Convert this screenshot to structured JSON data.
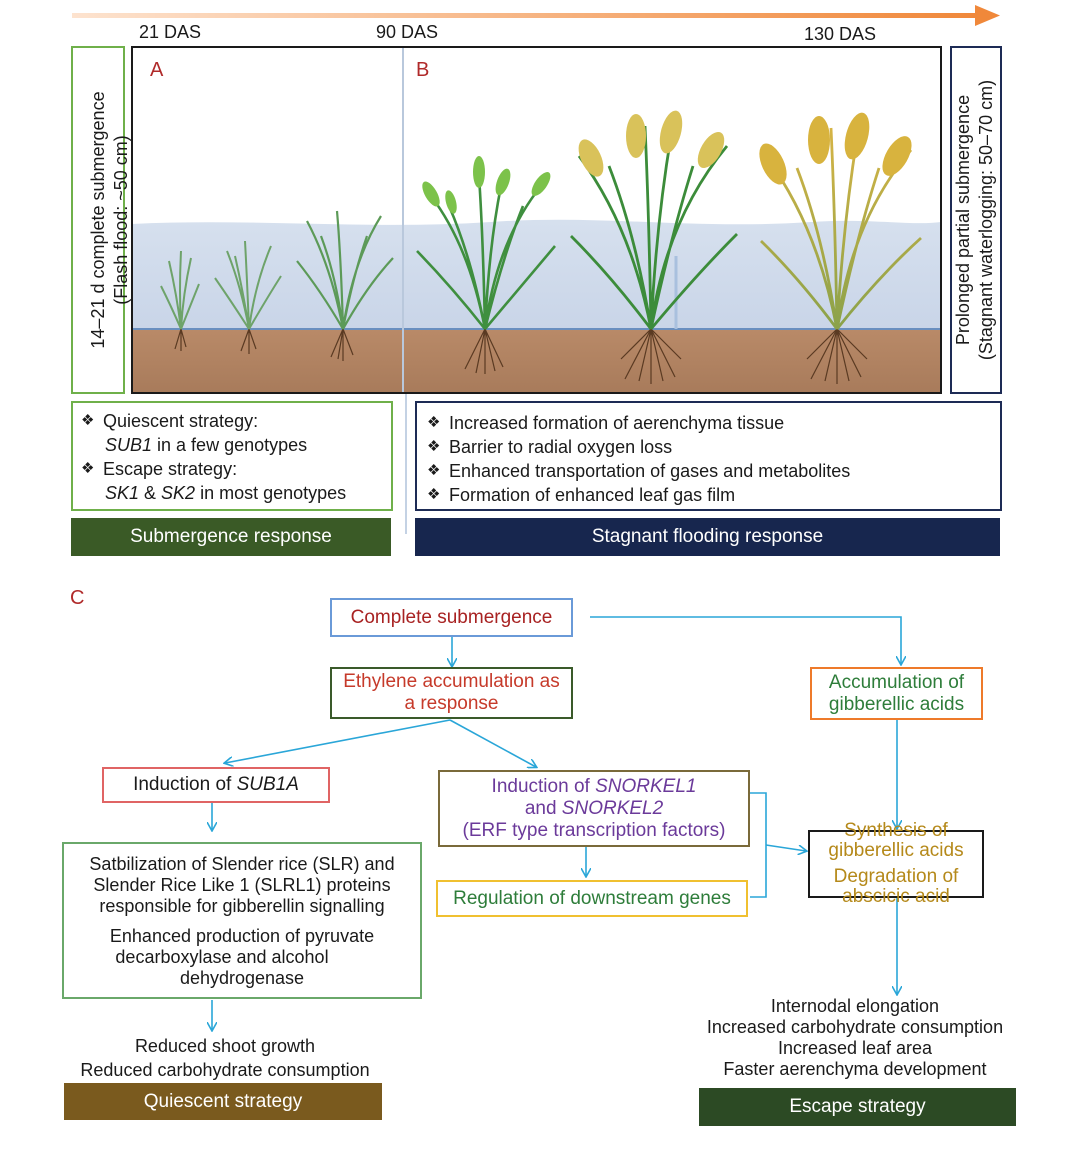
{
  "timeline": {
    "marks": [
      "21 DAS",
      "90 DAS",
      "130 DAS"
    ],
    "arrow_color": "#f0883a"
  },
  "panels": {
    "a_label": "A",
    "b_label": "B",
    "c_label": "C",
    "left_side_line1": "14–21 d complete submergence",
    "left_side_line2": "(Flash flood: ~50 cm)",
    "right_side_line1": "Prolonged partial submergence",
    "right_side_line2": "(Stagnant waterlogging: 50–70 cm)"
  },
  "submergence_box": {
    "item1_line1": "Quiescent strategy:",
    "item1_line2_italic": "SUB1",
    "item1_line2_rest": " in a few genotypes",
    "item2_line1": "Escape strategy:",
    "item2_line2_italic_a": "SK1",
    "item2_line2_mid": " & ",
    "item2_line2_italic_b": "SK2",
    "item2_line2_rest": " in most genotypes",
    "banner": "Submergence response"
  },
  "stagnant_box": {
    "items": [
      "Increased formation of aerenchyma tissue",
      "Barrier to radial oxygen loss",
      "Enhanced transportation of gases and metabolites",
      "Formation of enhanced leaf gas film"
    ],
    "banner": "Stagnant flooding response"
  },
  "flow": {
    "complete_submergence": "Complete submergence",
    "ethylene_line1": "Ethylene accumulation as",
    "ethylene_line2": "a response",
    "ga_accum_line1": "Accumulation of",
    "ga_accum_line2": "gibberellic acids",
    "sub1a_prefix": "Induction of ",
    "sub1a_italic": "SUB1A",
    "snorkel_line1_prefix": "Induction of ",
    "snorkel_line1_italic": "SNORKEL1",
    "snorkel_line2_prefix": "and ",
    "snorkel_line2_italic": "SNORKEL2",
    "snorkel_line3": "(ERF type transcription factors)",
    "downstream": "Regulation of downstream genes",
    "synth_line1": "Synthesis of",
    "synth_line2": "gibberellic acids",
    "degr_line1": "Degradation of",
    "degr_line2": "abscicic acid",
    "slr_line1": "Satbilization of Slender rice (SLR) and",
    "slr_line2": "Slender Rice Like 1 (SLRL1) proteins",
    "slr_line3": "responsible for gibberellin signalling",
    "pdc_line1": "Enhanced production of pyruvate",
    "pdc_line2": "decarboxylase and alcohol",
    "pdc_line3": "dehydrogenase",
    "quiescent_out1": "Reduced shoot growth",
    "quiescent_out2": "Reduced carbohydrate consumption",
    "quiescent_banner": "Quiescent strategy",
    "escape_out1": "Internodal elongation",
    "escape_out2": "Increased carbohydrate consumption",
    "escape_out3": "Increased leaf area",
    "escape_out4": "Faster aerenchyma development",
    "escape_banner": "Escape strategy"
  },
  "colors": {
    "green_banner": "#3a5a26",
    "navy_banner": "#17264e",
    "brown_banner": "#7a5a1e",
    "dark_green_banner": "#2c4a24",
    "arrow_blue": "#2aa6d8",
    "red_text": "#b02a2a",
    "green_text": "#2e7d3a",
    "purple_text": "#6b3a9a",
    "gold_text": "#b5891a"
  }
}
